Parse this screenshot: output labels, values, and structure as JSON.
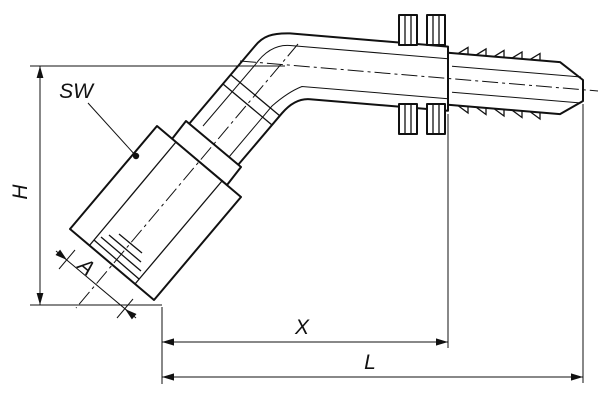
{
  "drawing": {
    "labels": {
      "height": "H",
      "wrench_size": "SW",
      "seat": "A",
      "cutoff": "X",
      "overall_length": "L"
    },
    "colors": {
      "line": "#111111",
      "background": "#ffffff"
    }
  }
}
